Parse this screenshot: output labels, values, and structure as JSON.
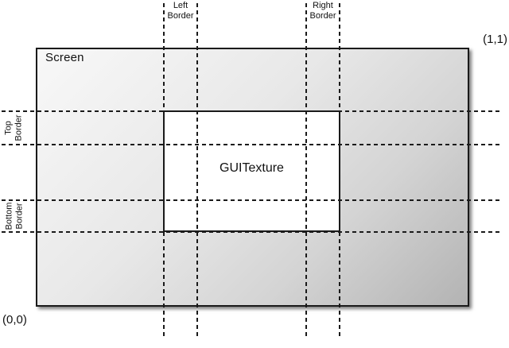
{
  "diagram": {
    "screen_label": "Screen",
    "texture_label": "GUITexture",
    "coord_top_right": "(1,1)",
    "coord_bottom_left": "(0,0)",
    "borders": {
      "left": {
        "line1": "Left",
        "line2": "Border"
      },
      "right": {
        "line1": "Right",
        "line2": "Border"
      },
      "top": {
        "line1": "Top",
        "line2": "Border"
      },
      "bottom": {
        "line1": "Bottom",
        "line2": "Border"
      }
    },
    "colors": {
      "line": "#1a1a1a",
      "screen_gradient_start": "#f8f8f8",
      "screen_gradient_end": "#b3b3b3",
      "texture_fill": "#ffffff",
      "background": "#ffffff"
    }
  }
}
